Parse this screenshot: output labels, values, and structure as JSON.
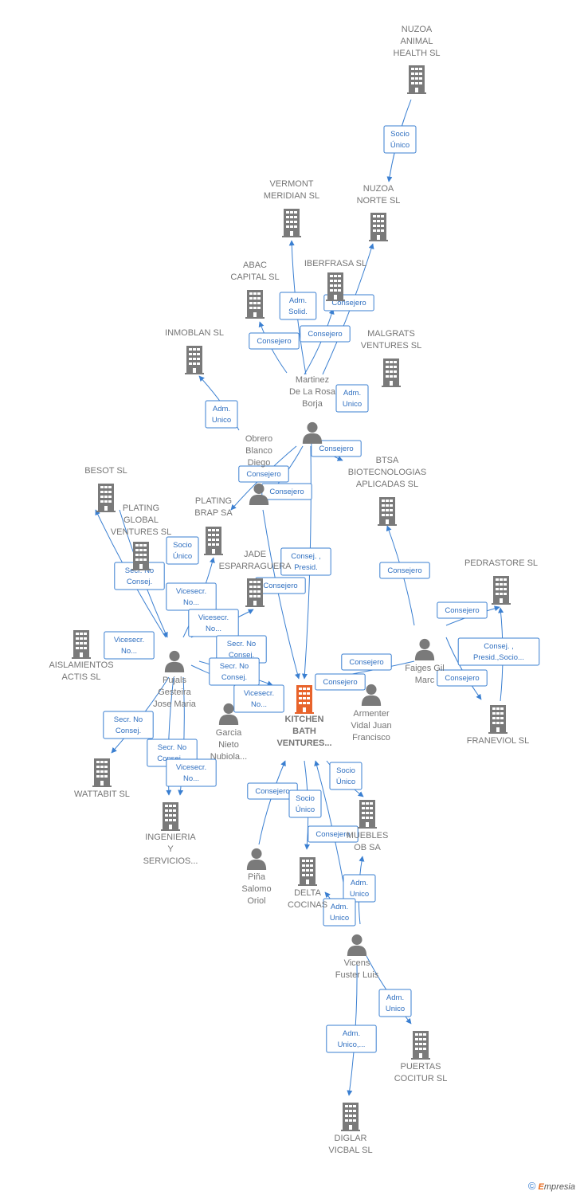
{
  "colors": {
    "edge": "#3a7fd1",
    "building": "#7a7a7a",
    "center": "#e8632b",
    "person": "#7a7a7a",
    "label": "#757575"
  },
  "nodes": [
    {
      "id": "nuzoa_animal",
      "type": "company",
      "lines": [
        "NUZOA",
        "ANIMAL",
        "HEALTH  SL"
      ]
    },
    {
      "id": "nuzoa_norte",
      "type": "company",
      "lines": [
        "NUZOA",
        "NORTE  SL"
      ]
    },
    {
      "id": "vermont",
      "type": "company",
      "lines": [
        "VERMONT",
        "MERIDIAN  SL"
      ]
    },
    {
      "id": "iberfrasa",
      "type": "company",
      "lines": [
        "IBERFRASA SL"
      ]
    },
    {
      "id": "abac",
      "type": "company",
      "lines": [
        "ABAC",
        "CAPITAL  SL"
      ]
    },
    {
      "id": "inmoblan",
      "type": "company",
      "lines": [
        "INMOBLAN  SL"
      ]
    },
    {
      "id": "malgrats",
      "type": "company",
      "lines": [
        "MALGRATS",
        "VENTURES  SL"
      ]
    },
    {
      "id": "martinez",
      "type": "person",
      "lines": [
        "Martinez",
        "De La Rosa",
        "Borja"
      ]
    },
    {
      "id": "obrero",
      "type": "person",
      "lines": [
        "Obrero",
        "Blanco",
        "Diego"
      ]
    },
    {
      "id": "btsa",
      "type": "company",
      "lines": [
        "BTSA",
        "BIOTECNOLOGIAS",
        "APLICADAS SL"
      ]
    },
    {
      "id": "besot",
      "type": "company",
      "lines": [
        "BESOT SL"
      ]
    },
    {
      "id": "plating_global",
      "type": "company",
      "lines": [
        "PLATING",
        "GLOBAL",
        "VENTURES  SL"
      ]
    },
    {
      "id": "plating_brap",
      "type": "company",
      "lines": [
        "PLATING",
        "BRAP SA"
      ]
    },
    {
      "id": "jade",
      "type": "company",
      "lines": [
        "JADE",
        "ESPARRAGUERA"
      ]
    },
    {
      "id": "pedrastore",
      "type": "company",
      "lines": [
        "PEDRASTORE SL"
      ]
    },
    {
      "id": "aislamientos",
      "type": "company",
      "lines": [
        "AISLAMIENTOS",
        "ACTIS  SL"
      ]
    },
    {
      "id": "faiges",
      "type": "person",
      "lines": [
        "Faiges Gil",
        "Marc"
      ]
    },
    {
      "id": "pujals",
      "type": "person",
      "lines": [
        "Pujals",
        "Gesteira",
        "Jose Maria"
      ]
    },
    {
      "id": "armenter",
      "type": "person",
      "lines": [
        "Armenter",
        "Vidal Juan",
        "Francisco"
      ]
    },
    {
      "id": "garcia",
      "type": "person",
      "lines": [
        "Garcia",
        "Nieto",
        "Nubiola..."
      ]
    },
    {
      "id": "kitchen",
      "type": "center",
      "lines": [
        "KITCHEN",
        "BATH",
        "VENTURES..."
      ]
    },
    {
      "id": "franeviol",
      "type": "company",
      "lines": [
        "FRANEVIOL SL"
      ]
    },
    {
      "id": "wattabit",
      "type": "company",
      "lines": [
        "WATTABIT  SL"
      ]
    },
    {
      "id": "ingenieria",
      "type": "company",
      "lines": [
        "INGENIERIA",
        "Y",
        "SERVICIOS..."
      ]
    },
    {
      "id": "muebles",
      "type": "company",
      "lines": [
        "MUEBLES",
        "OB SA"
      ]
    },
    {
      "id": "pina",
      "type": "person",
      "lines": [
        "Piña",
        "Salomo",
        "Oriol"
      ]
    },
    {
      "id": "delta",
      "type": "company",
      "lines": [
        "DELTA",
        "COCINAS"
      ]
    },
    {
      "id": "vicens",
      "type": "person",
      "lines": [
        "Vicens",
        "Fuster Luis"
      ]
    },
    {
      "id": "puertas",
      "type": "company",
      "lines": [
        "PUERTAS",
        "COCITUR  SL"
      ]
    },
    {
      "id": "diglar",
      "type": "company",
      "lines": [
        "DIGLAR",
        "VICBAL  SL"
      ]
    }
  ],
  "edge_labels": [
    {
      "id": "e_socio_nuzoa",
      "lines": [
        "Socio",
        "Único"
      ]
    },
    {
      "id": "e_adm_solid",
      "lines": [
        "Adm.",
        "Solid."
      ]
    },
    {
      "id": "e_consejero_iber",
      "lines": [
        "Consejero"
      ]
    },
    {
      "id": "e_consejero_iber2",
      "lines": [
        "Consejero"
      ]
    },
    {
      "id": "e_consejero_abac",
      "lines": [
        "Consejero"
      ]
    },
    {
      "id": "e_adm_unico_malg",
      "lines": [
        "Adm.",
        "Unico"
      ]
    },
    {
      "id": "e_adm_unico_inmo",
      "lines": [
        "Adm.",
        "Unico"
      ]
    },
    {
      "id": "e_consejero_btsa",
      "lines": [
        "Consejero"
      ]
    },
    {
      "id": "e_consejero_obrero1",
      "lines": [
        "Consejero"
      ]
    },
    {
      "id": "e_consejero_obrero2",
      "lines": [
        "Consejero"
      ]
    },
    {
      "id": "e_socio_plating",
      "lines": [
        "Socio",
        "Único"
      ]
    },
    {
      "id": "e_consej_presid",
      "lines": [
        "Consej. ,",
        "Presid."
      ]
    },
    {
      "id": "e_secr_noconsej1",
      "lines": [
        "Secr.  No",
        "Consej."
      ]
    },
    {
      "id": "e_vicesecr1",
      "lines": [
        "Vicesecr.",
        "No..."
      ]
    },
    {
      "id": "e_consejero_jade",
      "lines": [
        "Consejero"
      ]
    },
    {
      "id": "e_vicesecr2",
      "lines": [
        "Vicesecr.",
        "No..."
      ]
    },
    {
      "id": "e_vicesecr3",
      "lines": [
        "Vicesecr.",
        "No..."
      ]
    },
    {
      "id": "e_secr_noconsej2",
      "lines": [
        "Secr.  No",
        "Consej."
      ]
    },
    {
      "id": "e_secr_noconsej3",
      "lines": [
        "Secr.  No",
        "Consej."
      ]
    },
    {
      "id": "e_vicesecr4",
      "lines": [
        "Vicesecr.",
        "No..."
      ]
    },
    {
      "id": "e_consejero_btsa2",
      "lines": [
        "Consejero"
      ]
    },
    {
      "id": "e_consejero_pedra",
      "lines": [
        "Consejero"
      ]
    },
    {
      "id": "e_consej_presid_socio",
      "lines": [
        "Consej. ,",
        "Presid.,Socio..."
      ]
    },
    {
      "id": "e_consejero_faiges",
      "lines": [
        "Consejero"
      ]
    },
    {
      "id": "e_consejero_arm",
      "lines": [
        "Consejero"
      ]
    },
    {
      "id": "e_consejero_fran",
      "lines": [
        "Consejero"
      ]
    },
    {
      "id": "e_secr_noconsej4",
      "lines": [
        "Secr.  No",
        "Consej."
      ]
    },
    {
      "id": "e_secr_noconsej5",
      "lines": [
        "Secr.  No",
        "Consej..."
      ]
    },
    {
      "id": "e_vicesecr5",
      "lines": [
        "Vicesecr.",
        "No..."
      ]
    },
    {
      "id": "e_consejero_pina",
      "lines": [
        "Consejero"
      ]
    },
    {
      "id": "e_socio_delta",
      "lines": [
        "Socio",
        "Único"
      ]
    },
    {
      "id": "e_socio_muebles",
      "lines": [
        "Socio",
        "Único"
      ]
    },
    {
      "id": "e_consejero_muebles",
      "lines": [
        "Consejero"
      ]
    },
    {
      "id": "e_adm_unico_v1",
      "lines": [
        "Adm.",
        "Unico"
      ]
    },
    {
      "id": "e_adm_unico_v2",
      "lines": [
        "Adm.",
        "Unico"
      ]
    },
    {
      "id": "e_adm_unico_puertas",
      "lines": [
        "Adm.",
        "Unico"
      ]
    },
    {
      "id": "e_adm_unico_diglar",
      "lines": [
        "Adm.",
        "Unico,..."
      ]
    }
  ],
  "footer": {
    "copyright": "©",
    "brand": "Empresia",
    "brand_initial": "E"
  }
}
